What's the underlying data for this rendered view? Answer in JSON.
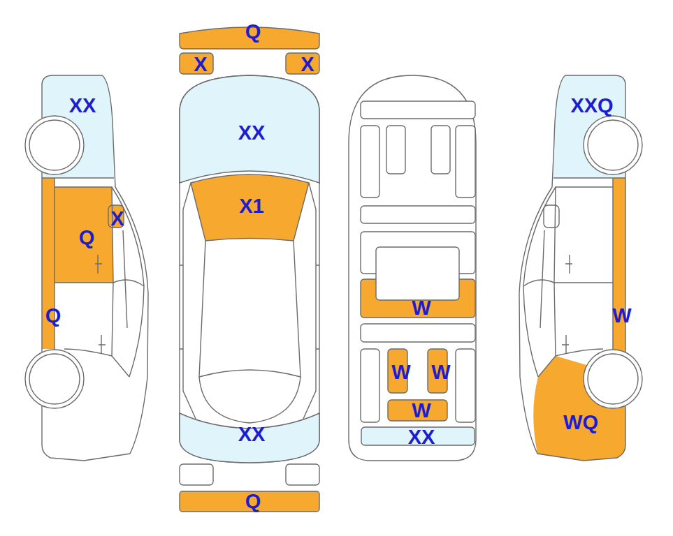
{
  "diagram": {
    "labels": [
      "XX",
      "X",
      "Q",
      "Q",
      "Q",
      "X",
      "X",
      "XX",
      "X1",
      "XX",
      "Q",
      "W",
      "W",
      "W",
      "W",
      "XX",
      "XXQ",
      "W",
      "WQ"
    ]
  }
}
